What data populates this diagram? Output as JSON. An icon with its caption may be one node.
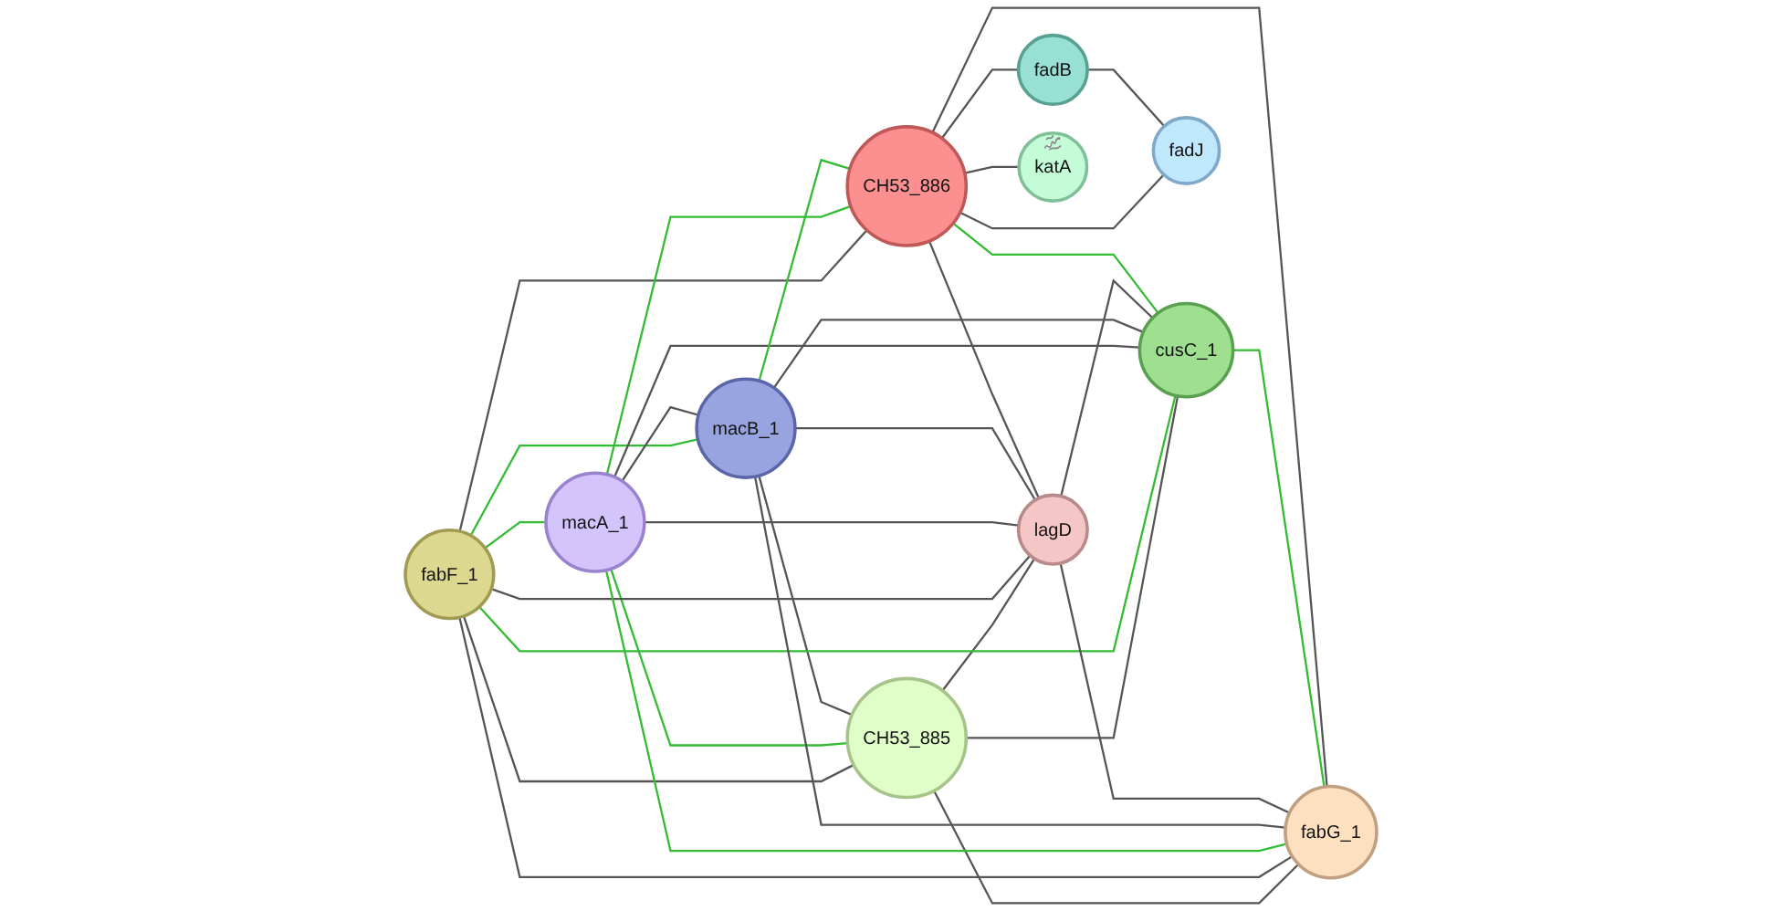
{
  "diagram": {
    "nodes": [
      {
        "text": [
          "CH53_885"
        ]
      },
      {
        "text": [
          "fabF_1"
        ]
      },
      {
        "text": [
          "macA_1"
        ]
      },
      {
        "text": [
          "macB_1"
        ]
      },
      {
        "text": [
          "lagD"
        ]
      },
      {
        "text": [
          "cusC_1"
        ]
      },
      {
        "text": [
          "fabG_1"
        ]
      },
      {
        "text": [
          "CH53_886"
        ]
      },
      {
        "text": [
          "fadB"
        ]
      },
      {
        "text": [
          "katA"
        ]
      },
      {
        "text": [
          "fadJ"
        ]
      }
    ],
    "edges": [
      {
        "from": 1,
        "to": 0,
        "arrow": "none"
      },
      {
        "from": 2,
        "to": 0,
        "arrow": "none",
        "color": "#33bb33"
      },
      {
        "from": 3,
        "to": 0,
        "arrow": "none"
      },
      {
        "from": 0,
        "to": 4,
        "arrow": "none"
      },
      {
        "from": 0,
        "to": 5,
        "arrow": "none"
      },
      {
        "from": 0,
        "to": 6,
        "arrow": "none"
      },
      {
        "from": 1,
        "to": 2,
        "arrow": "none",
        "color": "#33bb33"
      },
      {
        "from": 1,
        "to": 3,
        "arrow": "none",
        "color": "#33bb33"
      },
      {
        "from": 1,
        "to": 4,
        "arrow": "none"
      },
      {
        "from": 1,
        "to": 5,
        "arrow": "none",
        "color": "#33bb33"
      },
      {
        "from": 1,
        "to": 6,
        "arrow": "none"
      },
      {
        "from": 1,
        "to": 7,
        "arrow": "none"
      },
      {
        "from": 2,
        "to": 3,
        "arrow": "none"
      },
      {
        "from": 2,
        "to": 4,
        "arrow": "none"
      },
      {
        "from": 2,
        "to": 5,
        "arrow": "none"
      },
      {
        "from": 2,
        "to": 6,
        "arrow": "none",
        "color": "#33bb33"
      },
      {
        "from": 2,
        "to": 7,
        "arrow": "none",
        "color": "#33bb33"
      },
      {
        "from": 3,
        "to": 4,
        "arrow": "none"
      },
      {
        "from": 3,
        "to": 5,
        "arrow": "none"
      },
      {
        "from": 3,
        "to": 6,
        "arrow": "none"
      },
      {
        "from": 3,
        "to": 7,
        "arrow": "none",
        "color": "#33bb33"
      },
      {
        "from": 4,
        "to": 5,
        "arrow": "none"
      },
      {
        "from": 4,
        "to": 6,
        "arrow": "none"
      },
      {
        "from": 7,
        "to": 4,
        "arrow": "none"
      },
      {
        "from": 5,
        "to": 6,
        "arrow": "none",
        "color": "#33bb33"
      },
      {
        "from": 7,
        "to": 5,
        "arrow": "none",
        "color": "#33bb33"
      },
      {
        "from": 7,
        "to": 6,
        "arrow": "none"
      },
      {
        "from": 7,
        "to": 8,
        "arrow": "none"
      },
      {
        "from": 7,
        "to": 9,
        "arrow": "none"
      },
      {
        "from": 7,
        "to": 10,
        "arrow": "none"
      },
      {
        "from": 8,
        "to": 10,
        "arrow": "none"
      }
    ]
  }
}
